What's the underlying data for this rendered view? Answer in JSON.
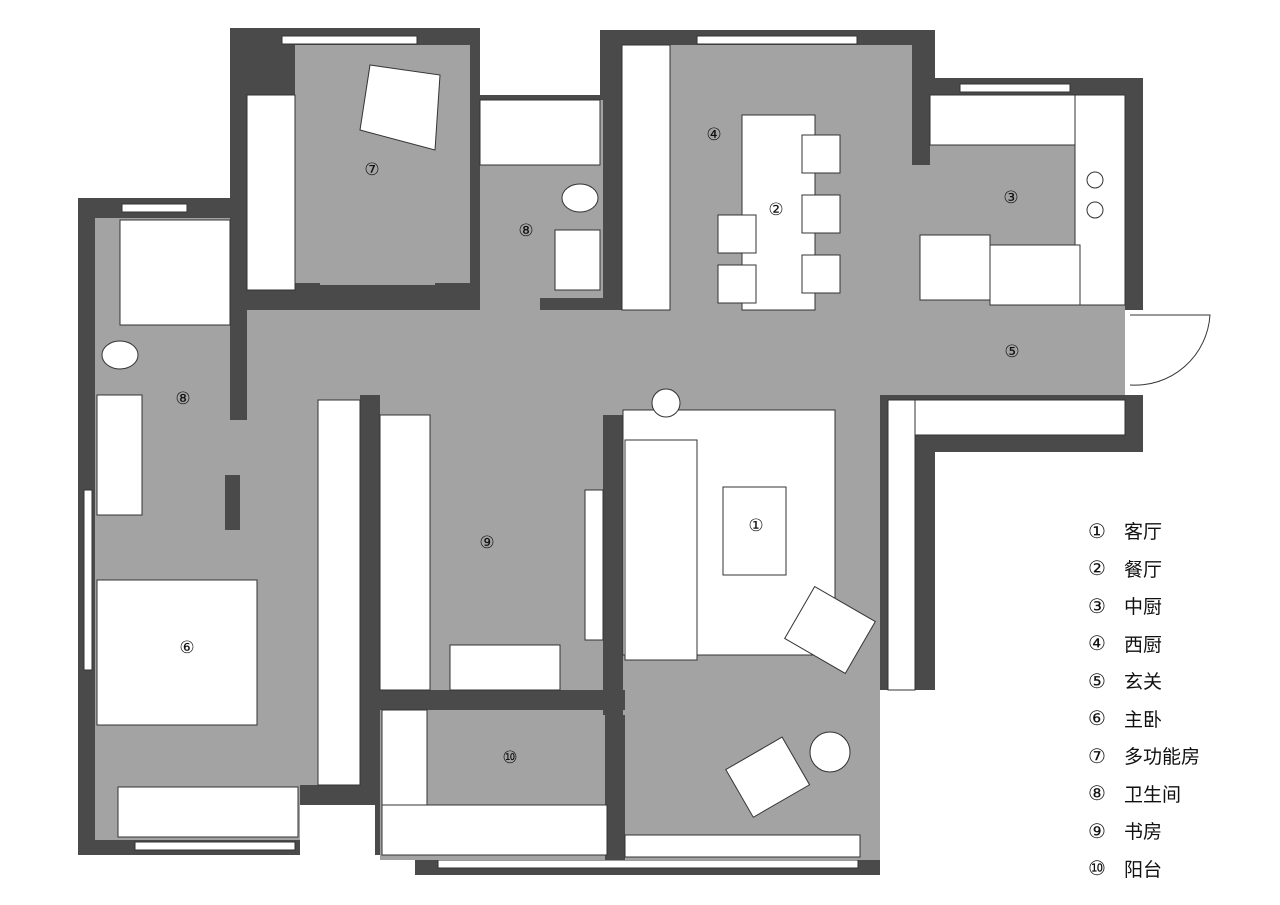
{
  "colors": {
    "wall": "#4a4a4a",
    "floor": "#a3a3a3",
    "furniture": "#ffffff",
    "line": "#222222"
  },
  "rooms": [
    {
      "num": "①",
      "name": "客厅"
    },
    {
      "num": "②",
      "name": "餐厅"
    },
    {
      "num": "③",
      "name": "中厨"
    },
    {
      "num": "④",
      "name": "西厨"
    },
    {
      "num": "⑤",
      "name": "玄关"
    },
    {
      "num": "⑥",
      "name": "主卧"
    },
    {
      "num": "⑦",
      "name": "多功能房"
    },
    {
      "num": "⑧",
      "name": "卫生间"
    },
    {
      "num": "⑨",
      "name": "书房"
    },
    {
      "num": "⑩",
      "name": "阳台"
    }
  ],
  "plan_labels": {
    "living": "①",
    "dining": "②",
    "chinese_kitchen": "③",
    "western_kitchen": "④",
    "entrance": "⑤",
    "master_bedroom": "⑥",
    "multi_room": "⑦",
    "bath_top": "⑧",
    "bath_left": "⑧",
    "study": "⑨",
    "balcony": "⑩"
  }
}
